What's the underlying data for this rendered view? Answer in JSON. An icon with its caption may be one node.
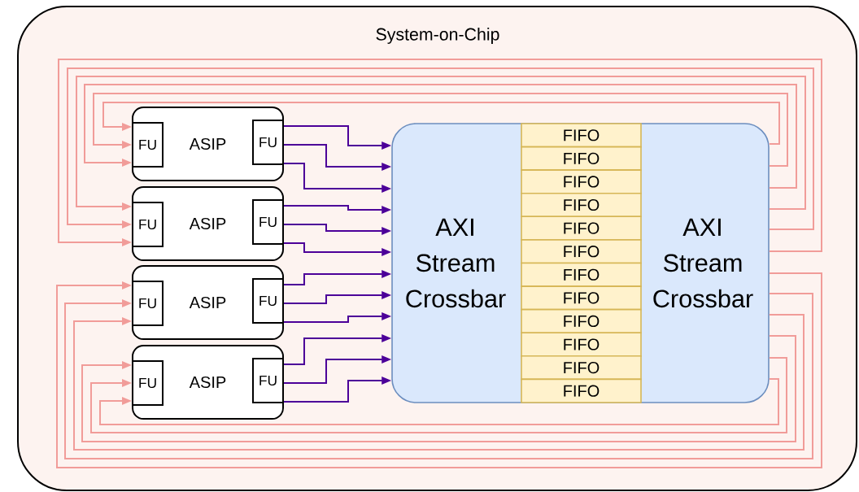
{
  "diagram": {
    "nodes": [
      {
        "text": [
          "System-on-Chip"
        ]
      },
      {
        "text": [
          "ASIP"
        ],
        "in": 0
      },
      {
        "text": [
          "FU"
        ],
        "in": 1
      },
      {
        "text": [
          "FU"
        ],
        "in": 1
      },
      {
        "text": [
          "ASIP"
        ],
        "in": 0
      },
      {
        "text": [
          "FU"
        ],
        "in": 4
      },
      {
        "text": [
          "FU"
        ],
        "in": 4
      },
      {
        "text": [
          "ASIP"
        ],
        "in": 0
      },
      {
        "text": [
          "FU"
        ],
        "in": 7
      },
      {
        "text": [
          "FU"
        ],
        "in": 7
      },
      {
        "text": [
          "ASIP"
        ],
        "in": 0
      },
      {
        "text": [
          "FU"
        ],
        "in": 10
      },
      {
        "text": [
          "FU"
        ],
        "in": 10
      },
      {
        "text": [
          "AXI Stream Crossbar",
          "AXI Stream Crossbar"
        ],
        "in": 0
      },
      {
        "text": [
          "FIFO"
        ],
        "in": 13
      },
      {
        "text": [
          "FIFO"
        ],
        "in": 13
      },
      {
        "text": [
          "FIFO"
        ],
        "in": 13
      },
      {
        "text": [
          "FIFO"
        ],
        "in": 13
      },
      {
        "text": [
          "FIFO"
        ],
        "in": 13
      },
      {
        "text": [
          "FIFO"
        ],
        "in": 13
      },
      {
        "text": [
          "FIFO"
        ],
        "in": 13
      },
      {
        "text": [
          "FIFO"
        ],
        "in": 13
      },
      {
        "text": [
          "FIFO"
        ],
        "in": 13
      },
      {
        "text": [
          "FIFO"
        ],
        "in": 13
      },
      {
        "text": [
          "FIFO"
        ],
        "in": 13
      },
      {
        "text": [
          "FIFO"
        ],
        "in": 13
      }
    ],
    "edges": [
      {
        "from": 3,
        "to": 13,
        "arrow": "to",
        "color": "#4c0099"
      },
      {
        "from": 3,
        "to": 13,
        "arrow": "to",
        "color": "#4c0099"
      },
      {
        "from": 3,
        "to": 13,
        "arrow": "to",
        "color": "#4c0099"
      },
      {
        "from": 6,
        "to": 13,
        "arrow": "to",
        "color": "#4c0099"
      },
      {
        "from": 6,
        "to": 13,
        "arrow": "to",
        "color": "#4c0099"
      },
      {
        "from": 6,
        "to": 13,
        "arrow": "to",
        "color": "#4c0099"
      },
      {
        "from": 9,
        "to": 13,
        "arrow": "to",
        "color": "#4c0099"
      },
      {
        "from": 9,
        "to": 13,
        "arrow": "to",
        "color": "#4c0099"
      },
      {
        "from": 9,
        "to": 13,
        "arrow": "to",
        "color": "#4c0099"
      },
      {
        "from": 12,
        "to": 13,
        "arrow": "to",
        "color": "#4c0099"
      },
      {
        "from": 12,
        "to": 13,
        "arrow": "to",
        "color": "#4c0099"
      },
      {
        "from": 12,
        "to": 13,
        "arrow": "to",
        "color": "#4c0099"
      },
      {
        "from": 13,
        "to": 2,
        "arrow": "to",
        "color": "#f19c99"
      },
      {
        "from": 13,
        "to": 2,
        "arrow": "to",
        "color": "#f19c99"
      },
      {
        "from": 13,
        "to": 2,
        "arrow": "to",
        "color": "#f19c99"
      },
      {
        "from": 13,
        "to": 5,
        "arrow": "to",
        "color": "#f19c99"
      },
      {
        "from": 13,
        "to": 5,
        "arrow": "to",
        "color": "#f19c99"
      },
      {
        "from": 13,
        "to": 5,
        "arrow": "to",
        "color": "#f19c99"
      },
      {
        "from": 13,
        "to": 8,
        "arrow": "to",
        "color": "#f19c99"
      },
      {
        "from": 13,
        "to": 8,
        "arrow": "to",
        "color": "#f19c99"
      },
      {
        "from": 13,
        "to": 8,
        "arrow": "to",
        "color": "#f19c99"
      },
      {
        "from": 13,
        "to": 11,
        "arrow": "to",
        "color": "#f19c99"
      },
      {
        "from": 13,
        "to": 11,
        "arrow": "to",
        "color": "#f19c99"
      },
      {
        "from": 13,
        "to": 11,
        "arrow": "to",
        "color": "#f19c99"
      }
    ]
  }
}
